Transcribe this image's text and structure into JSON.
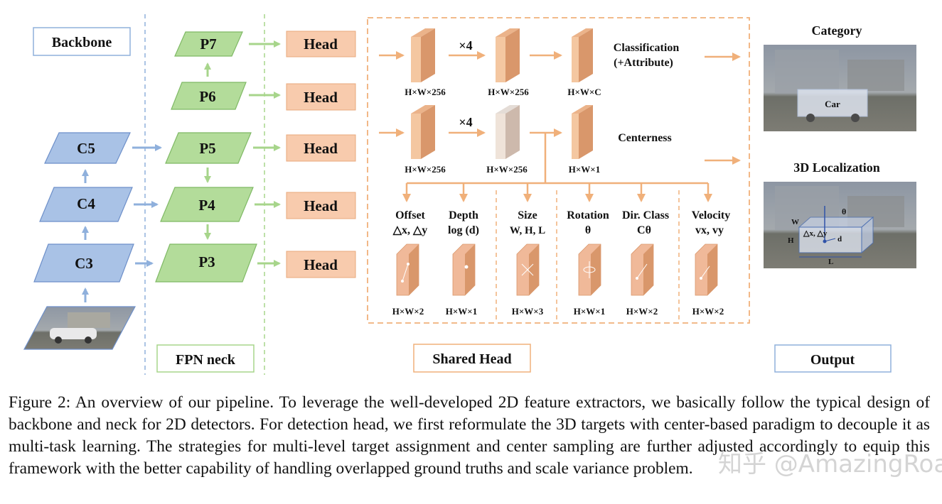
{
  "sections": {
    "backbone": "Backbone",
    "fpn": "FPN neck",
    "shared_head": "Shared Head",
    "output": "Output"
  },
  "backbone_levels": [
    "C5",
    "C4",
    "C3"
  ],
  "fpn_levels": [
    "P7",
    "P6",
    "P5",
    "P4",
    "P3"
  ],
  "head_label": "Head",
  "branch_top": {
    "repeat": "×4",
    "dims": [
      "H×W×256",
      "H×W×256",
      "H×W×C"
    ],
    "task_line1": "Classification",
    "task_line2": "(+Attribute)"
  },
  "branch_mid": {
    "repeat": "×4",
    "dims": [
      "H×W×256",
      "H×W×256",
      "H×W×1"
    ],
    "task": "Centerness"
  },
  "regression": [
    {
      "name": "Offset",
      "sub": "△x, △y",
      "dim": "H×W×2"
    },
    {
      "name": "Depth",
      "sub": "log (d)",
      "dim": "H×W×1"
    },
    {
      "name": "Size",
      "sub": "W, H, L",
      "dim": "H×W×3"
    },
    {
      "name": "Rotation",
      "sub": "θ",
      "dim": "H×W×1"
    },
    {
      "name": "Dir. Class",
      "sub": "Cθ",
      "dim": "H×W×2"
    },
    {
      "name": "Velocity",
      "sub": "vx, vy",
      "dim": "H×W×2"
    }
  ],
  "outputs": {
    "category_title": "Category",
    "category_obj": "Car",
    "localization_title": "3D Localization",
    "loc_labels": {
      "w": "W",
      "h": "H",
      "l": "L",
      "offset": "△x, △y",
      "d": "d",
      "theta": "θ"
    }
  },
  "caption": "Figure 2: An overview of our pipeline. To leverage the well-developed 2D feature extractors, we basically follow the typical design of backbone and neck for 2D detectors. For detection head, we first reformulate the 3D targets with center-based paradigm to decouple it as multi-task learning. The strategies for multi-level target assignment and center sampling are further adjusted accordingly to equip this framework with the better capability of handling overlapped ground truths and scale variance problem.",
  "watermark": "知乎 @AmazingRoad",
  "colors": {
    "blue_fill": "#a9c2e6",
    "blue_stroke": "#6d8fc9",
    "green_fill": "#b3dc9a",
    "green_stroke": "#7fb965",
    "head_fill": "#f8cbad",
    "head_stroke": "#e8a87c",
    "peach_face": "#f4c7a1",
    "peach_side": "#d9976b",
    "orange_arrow": "#f0b07a",
    "green_arrow": "#a7d58b",
    "blue_arrow": "#8fb0dc"
  }
}
